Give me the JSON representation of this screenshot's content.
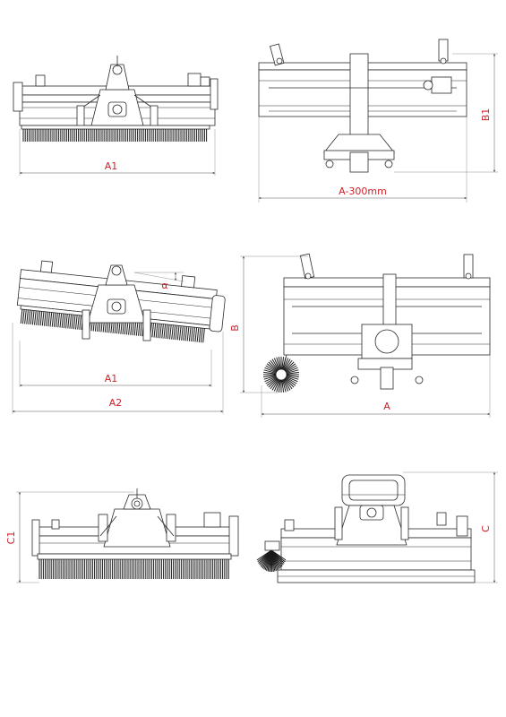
{
  "colors": {
    "dimension_text": "#d0212a",
    "line": "#2a2a2a",
    "background": "#ffffff"
  },
  "views": {
    "front_view": {
      "width_label": "A1"
    },
    "top_view": {
      "width_label": "A-300mm",
      "height_label": "B1"
    },
    "angled_front_view": {
      "angle_label": "α",
      "inner_width_label": "A1",
      "outer_width_label": "A2"
    },
    "top_view_side_brush": {
      "width_label": "A",
      "height_label": "B"
    },
    "front_view_collector": {
      "height_label": "C1"
    },
    "rear_view_water_tank": {
      "height_label": "C"
    }
  }
}
